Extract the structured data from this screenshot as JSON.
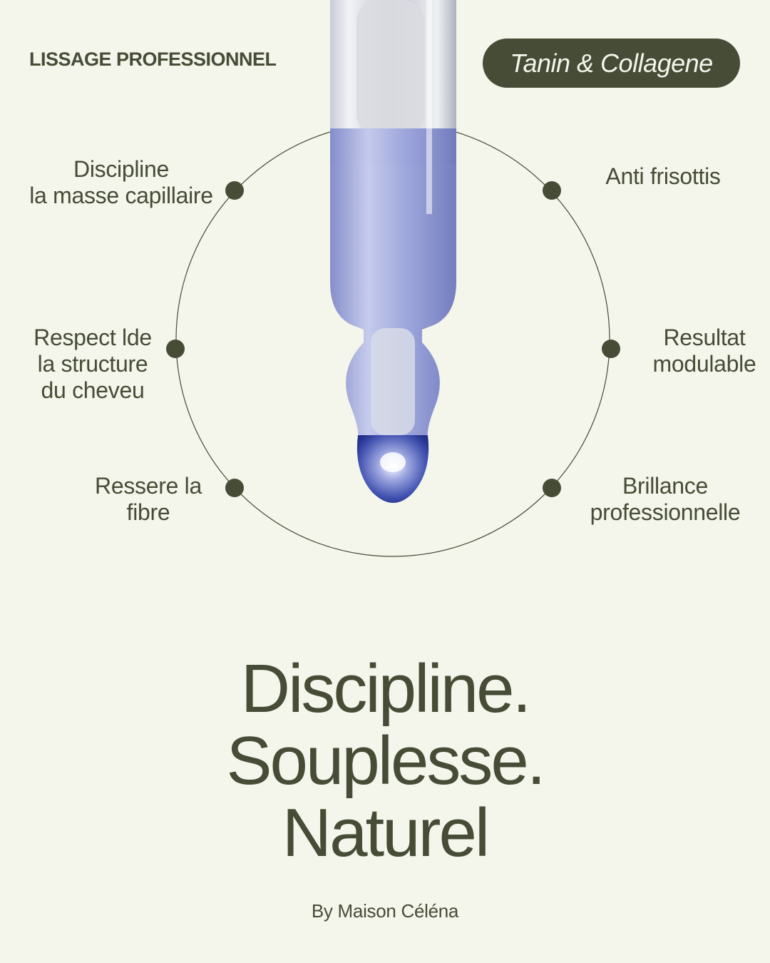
{
  "header": {
    "eyebrow": "LISSAGE PROFESSIONNEL",
    "pill_label": "Tanin & Collagene"
  },
  "benefits": {
    "left_top": [
      "Discipline",
      "la masse capillaire"
    ],
    "left_middle": [
      "Respect lde",
      "la structure",
      "du cheveu"
    ],
    "left_bottom": [
      "Ressere la",
      "fibre"
    ],
    "right_top": [
      "Anti frisottis"
    ],
    "right_middle": [
      "Resultat",
      "modulable"
    ],
    "right_bottom": [
      "Brillance",
      "professionnelle"
    ]
  },
  "headline": [
    "Discipline.",
    "Souplesse.",
    "Naturel"
  ],
  "byline": "By Maison Céléna",
  "colors": {
    "background": "#f4f6ec",
    "accent": "#464c35",
    "serum": "#8e98d8"
  },
  "icons": {
    "dropper": "serum-dropper-image",
    "marker": "bullet-dot-icon"
  }
}
